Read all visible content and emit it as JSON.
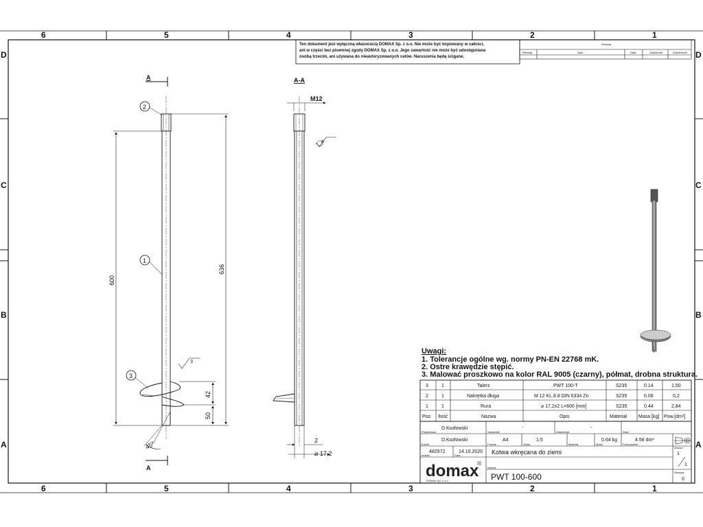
{
  "zones": {
    "columns": [
      "6",
      "5",
      "4",
      "3",
      "2",
      "1"
    ],
    "rows": [
      "D",
      "C",
      "B",
      "A"
    ]
  },
  "copyright": {
    "line1": "Ten dokument jest wyłączną własnością DOMAX Sp. z o.o. Nie może być kopiowany w całości,",
    "line2": "ani w części bez pisemnej zgody DOMAX Sp. z o.o. Jego zawartość nie może być udostępniana",
    "line3": "osobą trzecim, ani używana do nieautoryzowanych celów. Naruszenia będą ścigane."
  },
  "revision_table": {
    "title": "Rewizja",
    "headers": [
      "Rewizja",
      "Opis",
      "Data",
      "Zatwierdził",
      "Zatwierdzał"
    ]
  },
  "view_left": {
    "section_marker": "A",
    "dim_total": "636",
    "dim_tube": "600",
    "dim_42": "42",
    "dim_50": "50",
    "angle": "45°",
    "roughness": "3",
    "balloons": [
      "1",
      "2",
      "3"
    ]
  },
  "view_section": {
    "title": "A-A",
    "thread": "M12",
    "roughness": "a",
    "dim_wall": "2",
    "dim_dia": "⌀ 17,2"
  },
  "notes": {
    "title": "Uwagi:",
    "items": [
      "1.   Tolerancje ogólne wg. normy PN-EN 22768 mK.",
      "2.   Ostre krawędzie stępić.",
      "3.   Malować proszkowo na kolor RAL 9005 (czarny), półmat, drobna struktura."
    ]
  },
  "bom": {
    "rows": [
      [
        "3",
        "1",
        "Talerz",
        "PWT 100-T",
        "S235",
        "0.14",
        "1,50"
      ],
      [
        "2",
        "1",
        "Nakrętka długa",
        "M 12 KL.8.8 DIN 6334 Zn",
        "S235",
        "0.06",
        "0,2"
      ],
      [
        "1",
        "1",
        "Rura",
        "⌀ 17,2x2 L=600 [mm]",
        "S235",
        "0.44",
        "2,84"
      ]
    ],
    "headers": [
      "Poz.",
      "Ilość",
      "Nazwa",
      "Opis",
      "Materiał",
      "Masa [kg]",
      "Pow.[dm²]"
    ]
  },
  "title_block": {
    "designer": "D.Kozłowski",
    "designer_label": "Projektował",
    "checker_label": "Sprawdził",
    "approver_label": "Zatwierdził",
    "dash1": "-",
    "dash2": "-",
    "date_label": "Data",
    "drawn_by": "D.Kozłowski",
    "drawn_label": "Kreślił",
    "format": "A4",
    "format_label": "Format",
    "scale": "1:5",
    "scale_label": "Skala",
    "material_label": "Materiał",
    "mass": "0.64 kg",
    "mass_label": "Masa",
    "area": "4.58 dm²",
    "area_label": "Pow.powłoki",
    "number": "482972",
    "number_label": "Indeks",
    "date": "14.10.2020",
    "date2_label": "Data",
    "name": "Kotwa wkręcana do ziemi",
    "name_label": "Nazwa",
    "code": "PWT 100-600",
    "company": "domax",
    "company_sub": "DOMAX Sp. z o.o.",
    "sheet_label": "Arkusz",
    "sheet_top": "1",
    "sheet_bottom": "1",
    "rev_label": "Rewizja",
    "rev": "0"
  }
}
